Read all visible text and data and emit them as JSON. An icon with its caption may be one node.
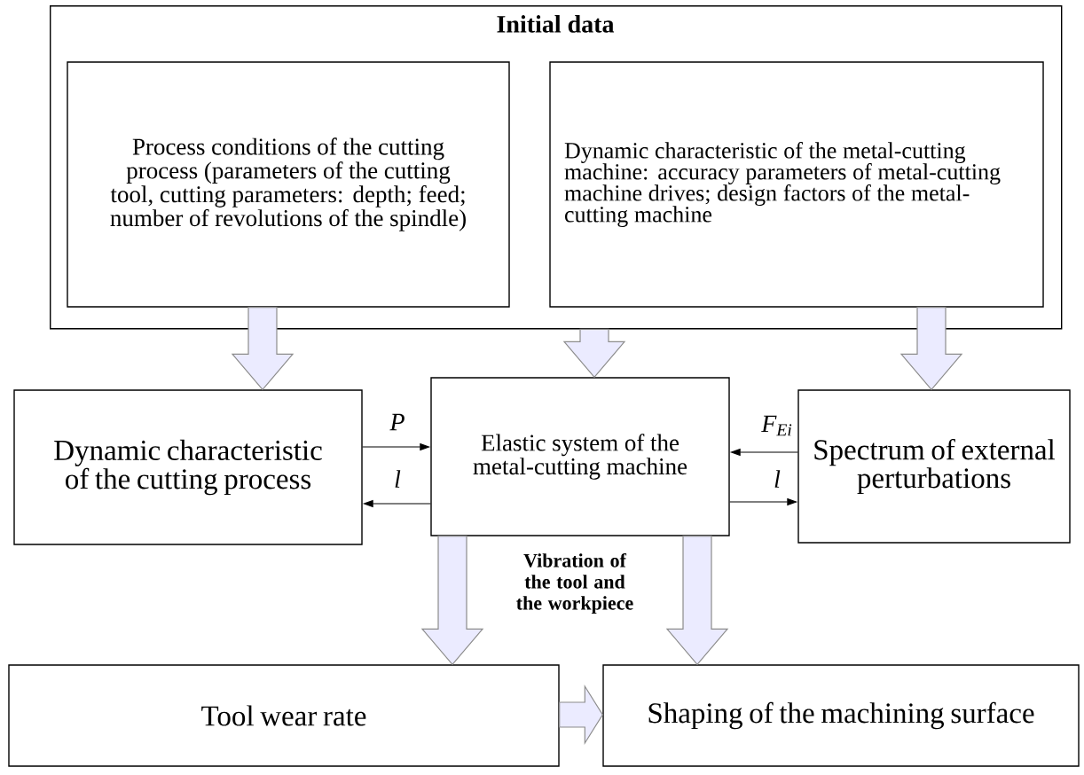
{
  "diagram": {
    "nodes": [
      {
        "text": [
          "Initial data"
        ]
      },
      {
        "text": [
          "Process conditions of the cutting process (parameters of the cutting tool, cutting parameters: depth; feed; number of revolutions of the spindle)"
        ],
        "in": 0
      },
      {
        "text": [
          "Dynamic characteristic of the metal-cutting machine: accuracy parameters of metal-cutting machine drives; design factors of the metal-cutting machine"
        ],
        "in": 0
      },
      {
        "text": [
          "Dynamic characteristic of the cutting process"
        ]
      },
      {
        "text": [
          "Elastic system of the metal-cutting machine"
        ],
        "beside": [
          "Vibration of the tool and the workpiece"
        ]
      },
      {
        "text": [
          "Spectrum of external perturbations"
        ]
      },
      {
        "text": [
          "Tool wear rate"
        ]
      },
      {
        "text": [
          "Shaping of the machining surface"
        ]
      }
    ],
    "edges": [
      {
        "from": 1,
        "to": 3,
        "arrow": "to",
        "style": "thick"
      },
      {
        "from": 0,
        "to": 4,
        "arrow": "to",
        "style": "thick"
      },
      {
        "from": 2,
        "to": 5,
        "arrow": "to",
        "style": "thick"
      },
      {
        "from": 3,
        "to": 4,
        "arrow": "to",
        "label": "P"
      },
      {
        "from": 4,
        "to": 3,
        "arrow": "to",
        "label": "l"
      },
      {
        "from": 5,
        "to": 4,
        "arrow": "to",
        "label": "*F*$_{Ei}$"
      },
      {
        "from": 4,
        "to": 5,
        "arrow": "to",
        "label": "l"
      },
      {
        "from": 4,
        "to": 6,
        "arrow": "to",
        "style": "thick"
      },
      {
        "from": 4,
        "to": 7,
        "arrow": "to",
        "style": "thick"
      },
      {
        "from": 6,
        "to": 7,
        "arrow": "to",
        "style": "thick"
      }
    ]
  }
}
